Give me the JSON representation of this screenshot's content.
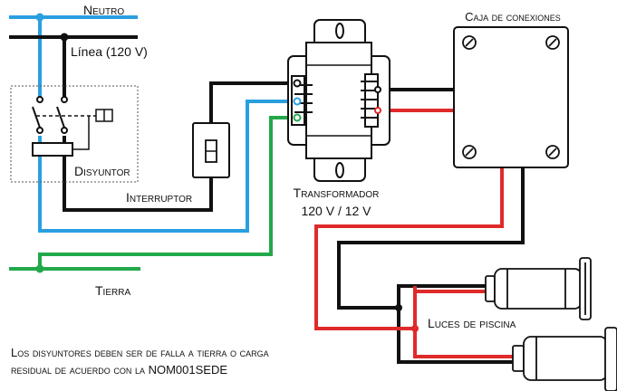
{
  "labels": {
    "neutral": "Neutro",
    "line": "Línea (120 V)",
    "breaker": "Disyuntor",
    "switch": "Interruptor",
    "transformer": "Transformador",
    "transformer_rating": "120 V / 12 V",
    "junction_box": "Caja de conexiones",
    "ground": "Tierra",
    "pool_lights": "Luces de piscina"
  },
  "note": {
    "line1": "Los disyuntores deben ser de falla a tierra o carga",
    "line2": "residual de acuerdo con la NOM001SEDE"
  },
  "wire_colors": {
    "neutral": "#2a9fe0",
    "line": "#111111",
    "ground": "#22a84a",
    "low_voltage": "#e02a2a"
  }
}
